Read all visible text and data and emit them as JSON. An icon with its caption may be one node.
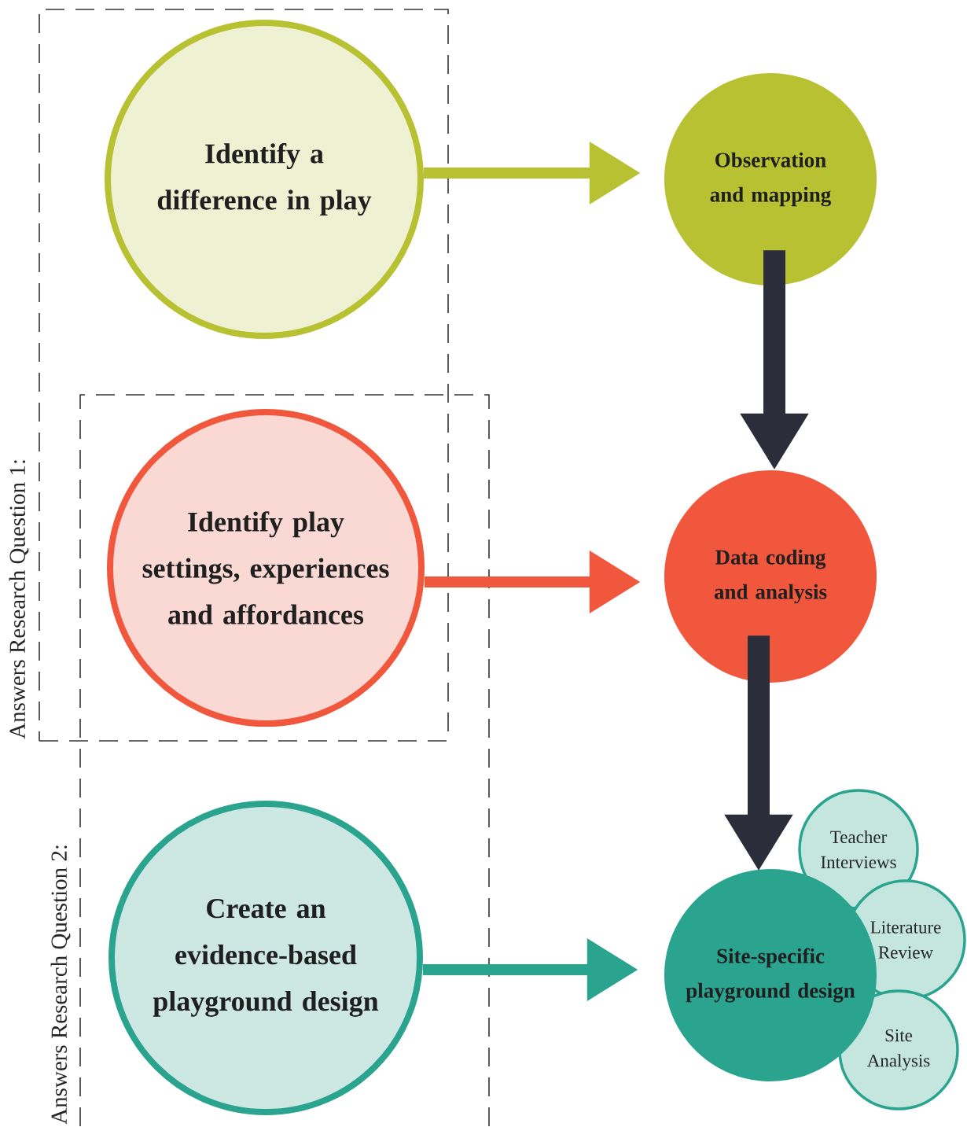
{
  "diagram": {
    "nodes": [
      {
        "text": [
          "Answers Research Question 1:"
        ]
      },
      {
        "text": [
          "Identify a difference in play"
        ],
        "in": 0
      },
      {
        "text": [
          "Answers Research Question 2:"
        ]
      },
      {
        "text": [
          "Identify play settings, experiences and affordances"
        ]
      },
      {
        "text": [
          "Create an evidence-based playground design"
        ],
        "in": 2
      },
      {
        "text": [
          "Observation and mapping"
        ]
      },
      {
        "text": [
          "Data coding and analysis"
        ]
      },
      {
        "text": [
          "Site-specific playground design"
        ]
      },
      {
        "text": [
          "Teacher Interviews"
        ]
      },
      {
        "text": [
          "Literature Review"
        ]
      },
      {
        "text": [
          "Site Analysis"
        ]
      }
    ],
    "edges": [
      {
        "from": 1,
        "to": 5,
        "arrow": "to",
        "color": "#b8c132"
      },
      {
        "from": 5,
        "to": 6,
        "arrow": "to",
        "style": "thick",
        "color": "#2b2e3a"
      },
      {
        "from": 3,
        "to": 6,
        "arrow": "to",
        "color": "#f0573d"
      },
      {
        "from": 6,
        "to": 7,
        "arrow": "to",
        "style": "thick",
        "color": "#2b2e3a"
      },
      {
        "from": 4,
        "to": 7,
        "arrow": "to",
        "color": "#2aa48f"
      }
    ]
  }
}
